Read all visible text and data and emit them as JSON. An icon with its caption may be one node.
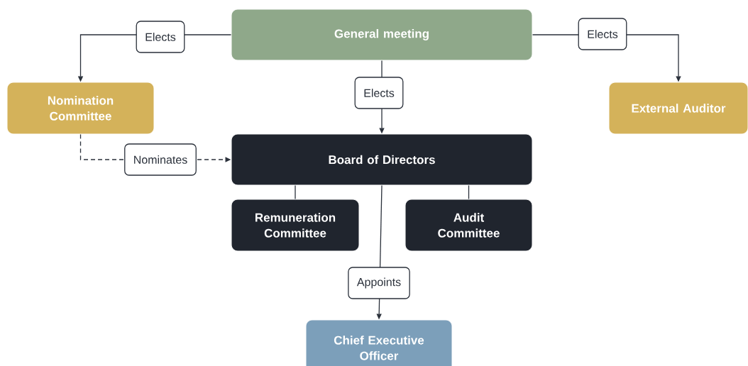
{
  "diagram": {
    "nodes": [
      {
        "text": [
          "General meeting"
        ]
      },
      {
        "text": [
          "Nomination Committee"
        ]
      },
      {
        "text": [
          "External Auditor"
        ]
      },
      {
        "text": [
          "Board of Directors"
        ]
      },
      {
        "text": [
          "Remuneration Committee"
        ]
      },
      {
        "text": [
          "Audit Committee"
        ]
      },
      {
        "text": [
          "Chief Executive Officer"
        ]
      }
    ],
    "edges": [
      {
        "from": 0,
        "to": 1,
        "arrow": "to",
        "label": "Elects"
      },
      {
        "from": 0,
        "to": 2,
        "arrow": "to",
        "label": "Elects"
      },
      {
        "from": 0,
        "to": 3,
        "arrow": "to",
        "label": "Elects"
      },
      {
        "from": 1,
        "to": 3,
        "arrow": "to",
        "label": "Nominates",
        "style": "dashed"
      },
      {
        "from": 3,
        "to": 4,
        "arrow": "none"
      },
      {
        "from": 3,
        "to": 5,
        "arrow": "none"
      },
      {
        "from": 3,
        "to": 6,
        "arrow": "to",
        "label": "Appoints"
      }
    ]
  }
}
